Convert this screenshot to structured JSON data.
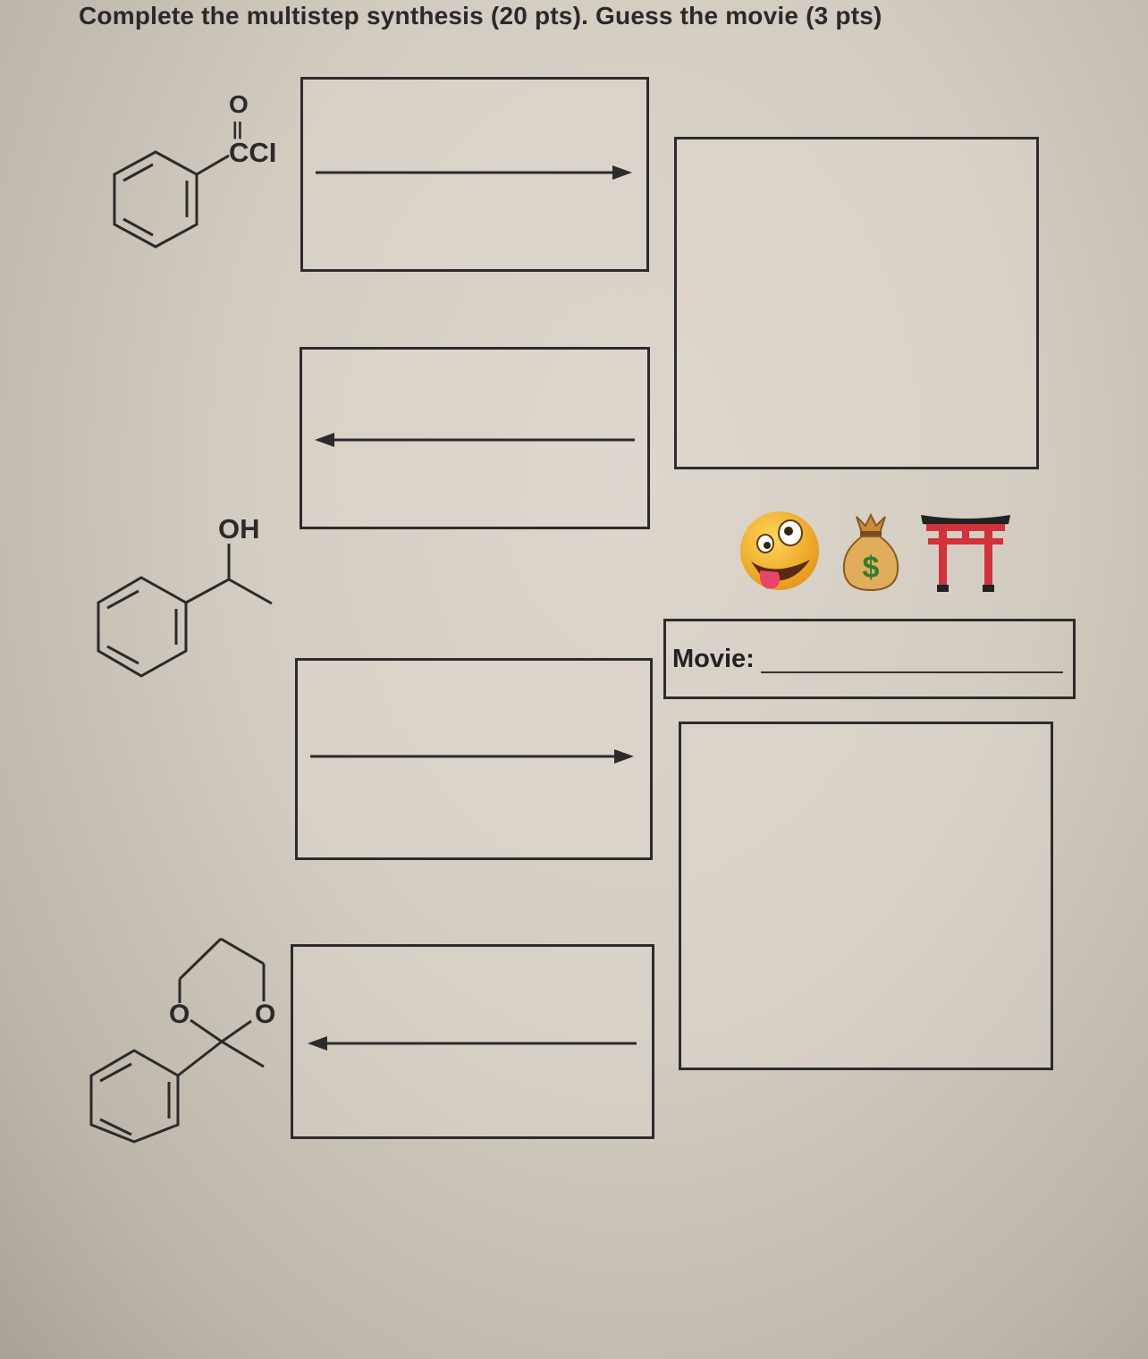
{
  "title": "Complete the multistep synthesis (20 pts). Guess the movie (3 pts)",
  "molecules": {
    "acid_chloride": {
      "carbonyl_o": "O",
      "double_bond": "||",
      "group": "CCI"
    },
    "alcohol": {
      "group": "OH"
    },
    "acetal": {
      "ring_o_left": "O",
      "ring_o_right": "O"
    }
  },
  "arrows": [
    "right",
    "left",
    "right",
    "left"
  ],
  "emojis": [
    "zany-face",
    "money-bag",
    "shinto-shrine"
  ],
  "money_bag_symbol": "$",
  "movie": {
    "label": "Movie:",
    "answer": ""
  },
  "colors": {
    "ink": "#2c2c2c",
    "shrine": "#d2323a",
    "emoji_face": "#f5b92a",
    "money_bag": "#d9a24a"
  }
}
